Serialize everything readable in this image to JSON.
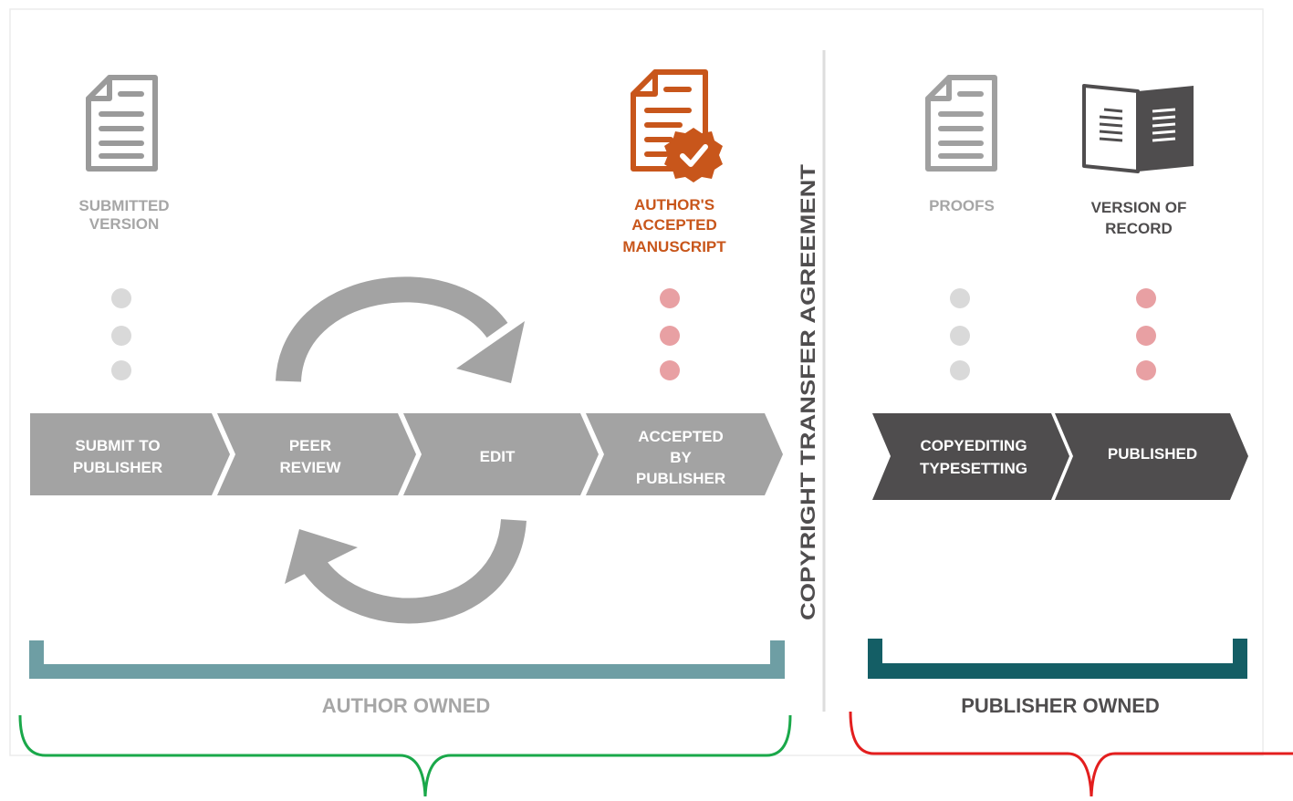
{
  "documents": {
    "submitted": {
      "line1": "SUBMITTED",
      "line2": "VERSION",
      "icon": "document-icon"
    },
    "aam": {
      "line1": "AUTHOR'S",
      "line2": "ACCEPTED",
      "line3": "MANUSCRIPT",
      "icon": "certified-document-icon"
    },
    "proofs": {
      "line1": "PROOFS",
      "icon": "document-icon"
    },
    "vor": {
      "line1": "VERSION OF",
      "line2": "RECORD",
      "icon": "open-book-icon"
    }
  },
  "process": {
    "submit": {
      "line1": "SUBMIT TO",
      "line2": "PUBLISHER"
    },
    "peer": {
      "line1": "PEER",
      "line2": "REVIEW"
    },
    "edit": {
      "line1": "EDIT"
    },
    "accepted": {
      "line1": "ACCEPTED",
      "line2": "BY",
      "line3": "PUBLISHER"
    },
    "copyedit": {
      "line1": "COPYEDITING",
      "line2": "TYPESETTING"
    },
    "published": {
      "line1": "PUBLISHED"
    }
  },
  "divider_label": "COPYRIGHT TRANSFER AGREEMENT",
  "ownership": {
    "author": "AUTHOR OWNED",
    "publisher": "PUBLISHER OWNED"
  },
  "colors": {
    "grey_doc": "#9a9a9a",
    "grey_label": "#a6a6a6",
    "orange": "#c8561b",
    "light_dot": "#d9d9d9",
    "pink_dot": "#e8a0a3",
    "chevron_light": "#a3a3a3",
    "chevron_dark": "#4f4d4e",
    "author_bracket": "#6e9ea4",
    "publisher_bracket": "#145e65",
    "green_brace": "#1aa84a",
    "red_brace": "#e31e1e"
  }
}
